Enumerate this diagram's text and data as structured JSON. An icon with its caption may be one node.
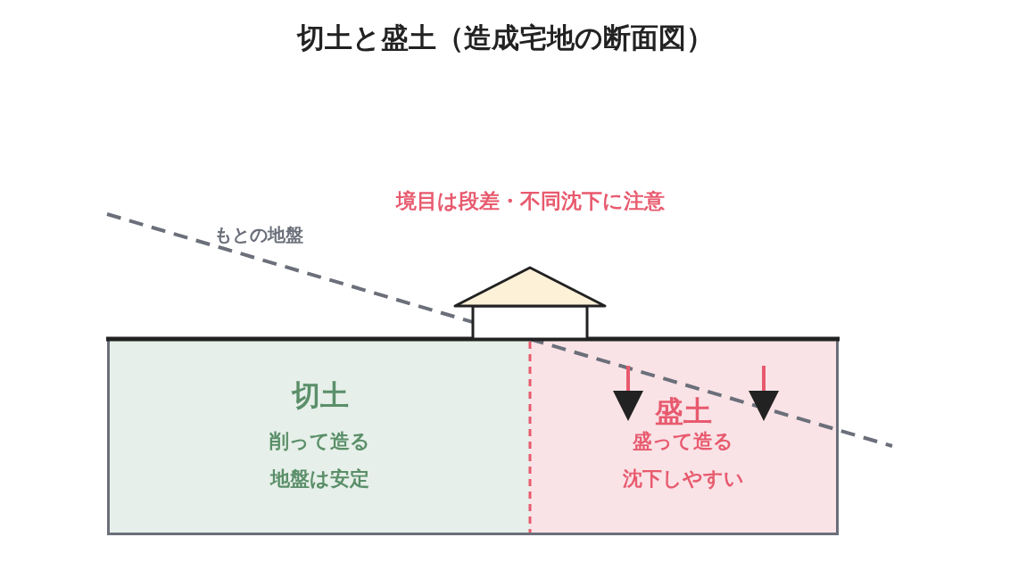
{
  "diagram": {
    "title": "切土と盛土（造成宅地の断面図）",
    "nodes": [
      {
        "text": [
          "切土",
          "削って造る",
          "地盤は安定"
        ]
      },
      {
        "text": [
          "盛土",
          "盛って造る",
          "沈下しやすい"
        ]
      }
    ],
    "labels": [
      "境目は段差・不同沈下に注意",
      "もとの地盤"
    ]
  }
}
